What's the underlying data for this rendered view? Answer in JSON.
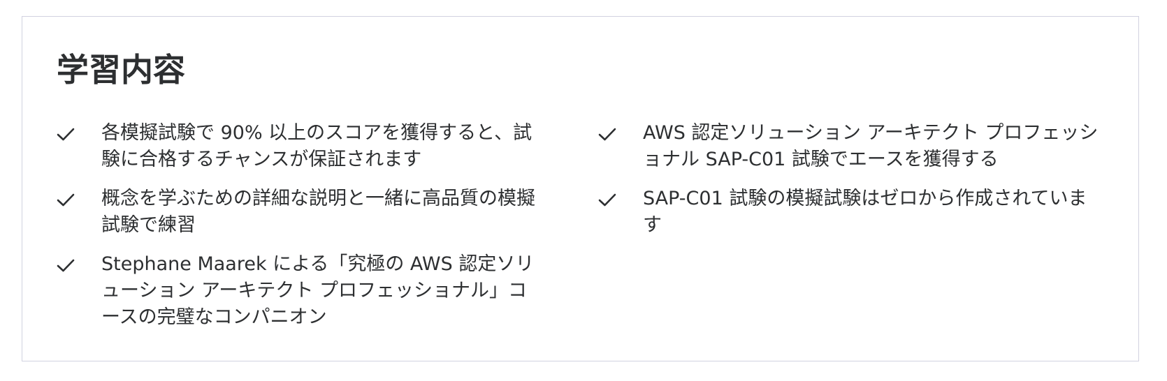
{
  "section": {
    "title": "学習内容",
    "check_icon": "checkmark-icon",
    "text_color": "#2d2f31",
    "border_color": "#d1d2e0"
  },
  "objectives": {
    "left": [
      {
        "text": "各模擬試験で 90% 以上のスコアを獲得すると、試験に合格するチャンスが保証されます"
      },
      {
        "text": "概念を学ぶための詳細な説明と一緒に高品質の模擬試験で練習"
      },
      {
        "text": "Stephane Maarek による「究極の AWS 認定ソリューション アーキテクト プロフェッショナル」コースの完璧なコンパニオン"
      }
    ],
    "right": [
      {
        "text": "AWS 認定ソリューション アーキテクト プロフェッショナル SAP-C01 試験でエースを獲得する"
      },
      {
        "text": "SAP-C01 試験の模擬試験はゼロから作成されています"
      }
    ]
  }
}
